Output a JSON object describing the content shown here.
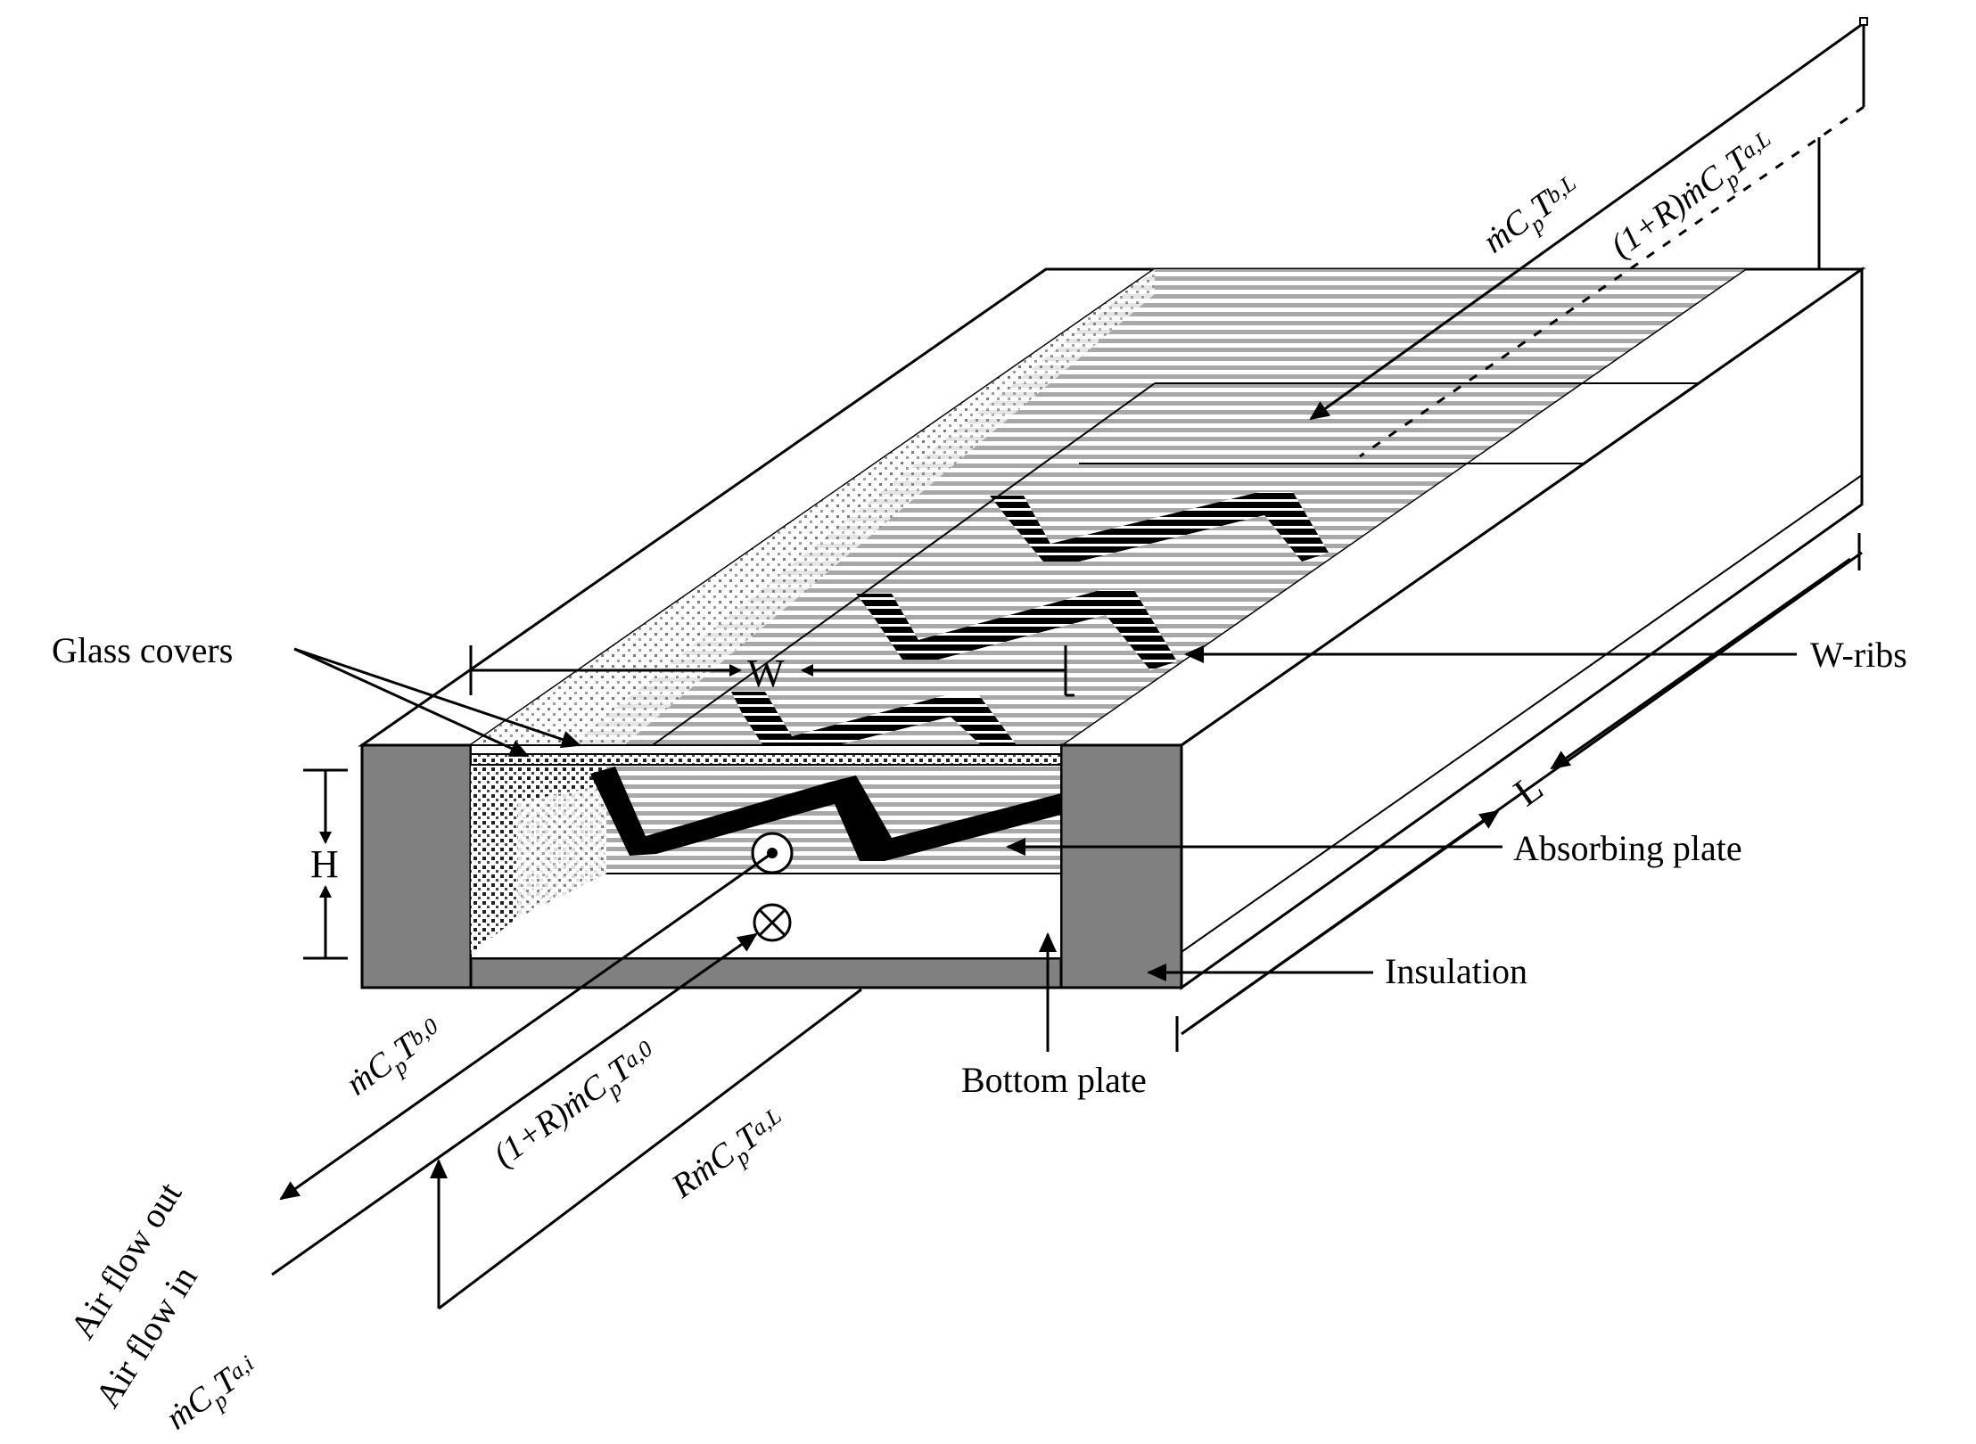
{
  "labels": {
    "glass_covers": "Glass covers",
    "w_ribs": "W-ribs",
    "absorbing_plate": "Absorbing plate",
    "insulation": "Insulation",
    "bottom_plate": "Bottom plate",
    "air_flow_out": "Air flow out",
    "air_flow_in": "Air flow in",
    "dim_w": "W",
    "dim_h": "H",
    "dim_l": "L"
  },
  "fluxes": {
    "out_b0": {
      "main": "ṁC",
      "sub1": "p",
      "main2": "T",
      "sub2": "b,0"
    },
    "in_a0": {
      "main": "(1+R)ṁC",
      "sub1": "p",
      "main2": "T",
      "sub2": "a,0"
    },
    "recycle": {
      "main": "RṁC",
      "sub1": "p",
      "main2": "T",
      "sub2": "a,L"
    },
    "inlet": {
      "main": "ṁC",
      "sub1": "p",
      "main2": "T",
      "sub2": "a,i"
    },
    "top_bL": {
      "main": "ṁC",
      "sub1": "p",
      "main2": "T",
      "sub2": "b,L"
    },
    "top_aL": {
      "main": "(1+R)ṁC",
      "sub1": "p",
      "main2": "T",
      "sub2": "a,L"
    }
  },
  "colors": {
    "insulation": "#808080",
    "hatch": "#9a9a9a",
    "ribs": "#000000"
  }
}
